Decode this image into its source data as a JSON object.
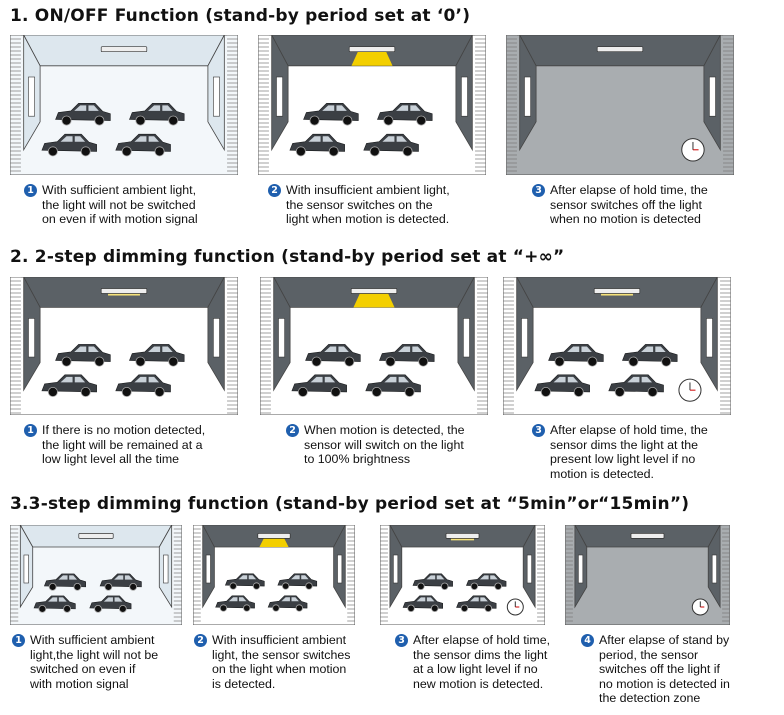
{
  "sections": [
    {
      "title": "1.  ON/OFF Function (stand-by period set at ‘0’)",
      "items": [
        {
          "num": "1",
          "state": "ambient",
          "lines": [
            "With sufficient ambient light,",
            "the light will not be switched",
            "on even if with motion signal"
          ]
        },
        {
          "num": "2",
          "state": "bright",
          "lines": [
            "With insufficient ambient light,",
            "the sensor switches on the",
            "light when motion is detected."
          ]
        },
        {
          "num": "3",
          "state": "off",
          "lines": [
            "After elapse of hold time, the",
            "sensor switches off the light",
            "when no motion is detected"
          ]
        }
      ]
    },
    {
      "title": "2. 2-step dimming function (stand-by period set at “+∞”",
      "items": [
        {
          "num": "1",
          "state": "dim",
          "lines": [
            "If there is no motion detected,",
            "the light will be remained at a",
            "low light level all the time"
          ]
        },
        {
          "num": "2",
          "state": "bright",
          "lines": [
            "When motion is detected, the",
            "sensor  will switch on the light",
            "to 100% brightness"
          ]
        },
        {
          "num": "3",
          "state": "dim-clock",
          "lines": [
            "After elapse of hold time, the",
            "sensor dims the light at the",
            "present low light level if no",
            "motion is detected."
          ]
        }
      ]
    },
    {
      "title": "3.3-step dimming function (stand-by period set at “5min”or“15min”)",
      "items": [
        {
          "num": "1",
          "state": "ambient",
          "lines": [
            "With sufficient ambient",
            "light,the light will not be",
            "switched on even if",
            "with motion signal"
          ]
        },
        {
          "num": "2",
          "state": "bright",
          "lines": [
            "With insufficient ambient",
            "light, the sensor switches",
            "on the light when motion",
            "is detected."
          ]
        },
        {
          "num": "3",
          "state": "dim-clock",
          "lines": [
            "After elapse of hold time,",
            "the sensor dims the light",
            "at a low light level if no",
            "new motion is detected."
          ]
        },
        {
          "num": "4",
          "state": "off",
          "lines": [
            "After elapse of stand by",
            "period, the sensor",
            "switches off the light if",
            "no motion is detected in",
            "the detection zone"
          ]
        }
      ]
    }
  ],
  "colors": {
    "ambient_wall": "#dde7ee",
    "ambient_floor": "#f3f7fa",
    "dark_wall": "#5b6166",
    "lit_floor": "#ffffff",
    "off_floor": "#a9adb0",
    "light_yellow": "#f3cf00",
    "badge_blue": "#1f5fae"
  }
}
